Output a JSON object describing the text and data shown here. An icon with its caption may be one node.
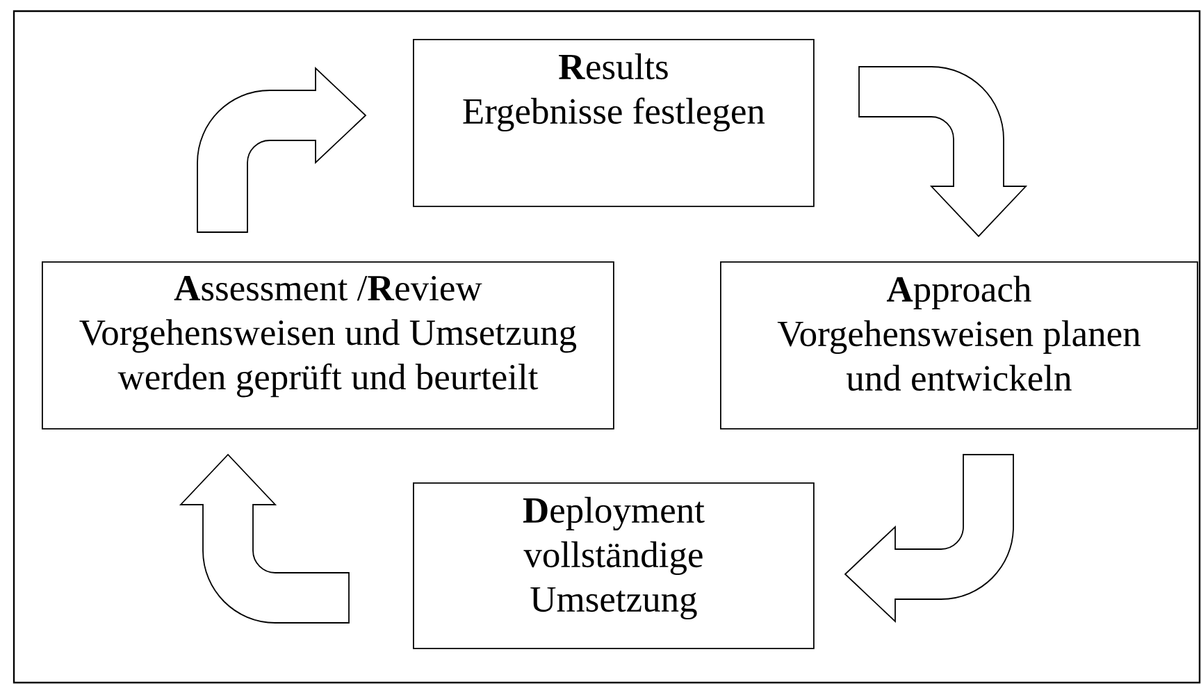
{
  "diagram": {
    "nodes": [
      {
        "text": [
          "**R**esults",
          "Ergebnisse festlegen"
        ]
      },
      {
        "text": [
          "**A**pproach",
          "Vorgehensweisen planen und entwickeln"
        ]
      },
      {
        "text": [
          "**D**eployment",
          "vollständige Umsetzung"
        ]
      },
      {
        "text": [
          "**A**ssessment /**R**eview",
          "Vorgehensweisen und Umsetzung werden geprüft und beurteilt"
        ]
      }
    ],
    "edges": [
      {
        "from": 0,
        "to": 1,
        "arrow": "to"
      },
      {
        "from": 1,
        "to": 2,
        "arrow": "to"
      },
      {
        "from": 2,
        "to": 3,
        "arrow": "to"
      },
      {
        "from": 3,
        "to": 0,
        "arrow": "to"
      }
    ]
  }
}
